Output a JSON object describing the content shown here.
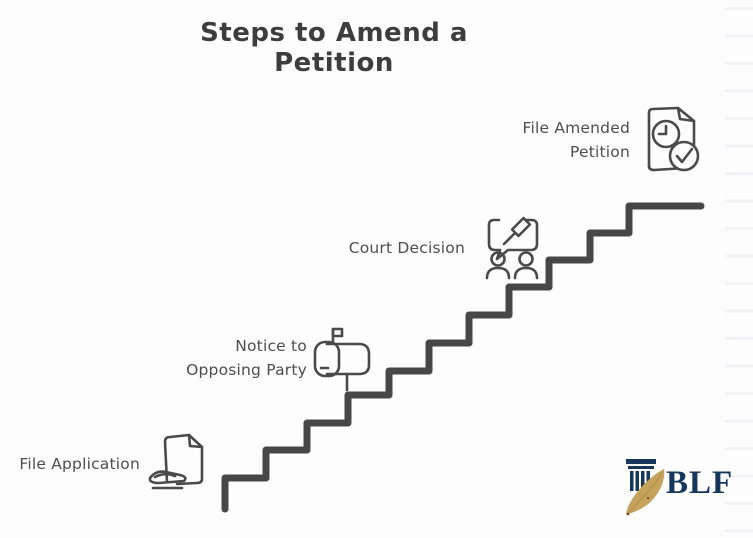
{
  "title": "Steps to Amend a Petition",
  "steps": [
    {
      "label": "File Application",
      "icon": "hand-document-icon"
    },
    {
      "label": "Notice to Opposing Party",
      "icon": "mailbox-icon"
    },
    {
      "label": "Court Decision",
      "icon": "people-gavel-speech-icon"
    },
    {
      "label": "File Amended Petition",
      "icon": "document-clock-check-icon"
    }
  ],
  "logo": {
    "text": "BLF",
    "icon": "column-quill-icon"
  },
  "colors": {
    "background": "#fdfdfd",
    "ink": "#474747",
    "icon_stroke": "#4a4a4a",
    "title_text": "#3d3d3d",
    "label_text": "#4e4e4e",
    "logo_navy": "#17365c",
    "logo_gold": "#c6a35c",
    "ruled_line": "#f3f3f6"
  }
}
